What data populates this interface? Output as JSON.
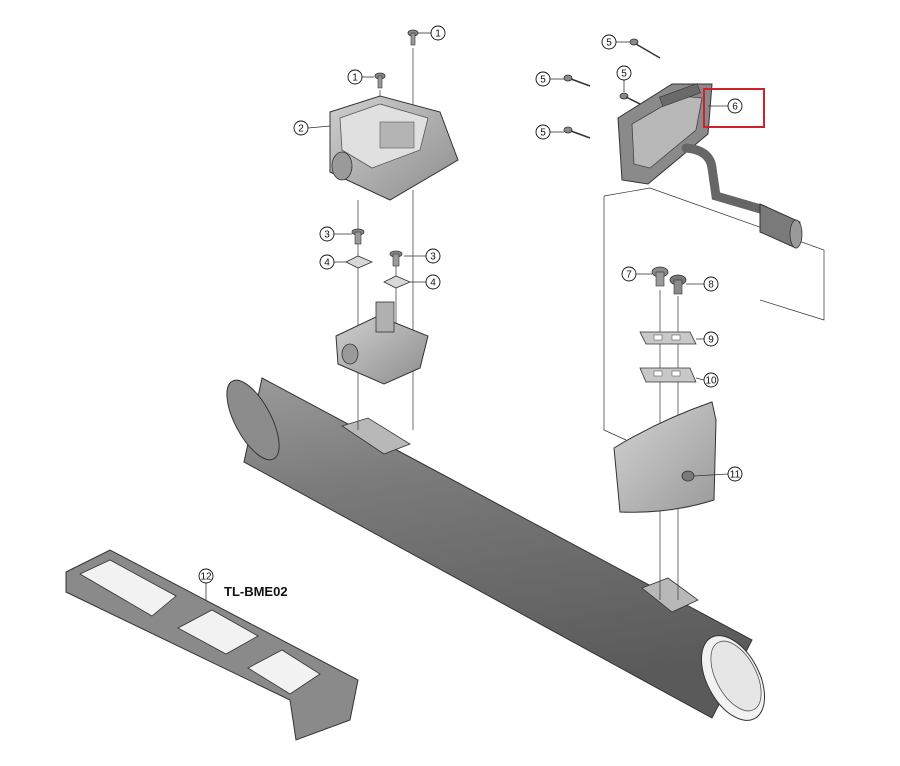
{
  "callouts": {
    "c1a": "1",
    "c1b": "1",
    "c2": "2",
    "c3a": "3",
    "c3b": "3",
    "c4a": "4",
    "c4b": "4",
    "c5a": "5",
    "c5b": "5",
    "c5c": "5",
    "c5d": "5",
    "c6": "6",
    "c7": "7",
    "c8": "8",
    "c9": "9",
    "c10": "10",
    "c11": "11",
    "c12": "12"
  },
  "tool_label": "TL-BME02",
  "colors": {
    "part_dark": "#5e5e5e",
    "part_mid": "#8a8a8a",
    "part_light": "#c4c4c4",
    "highlight_box": "#d0202e"
  }
}
